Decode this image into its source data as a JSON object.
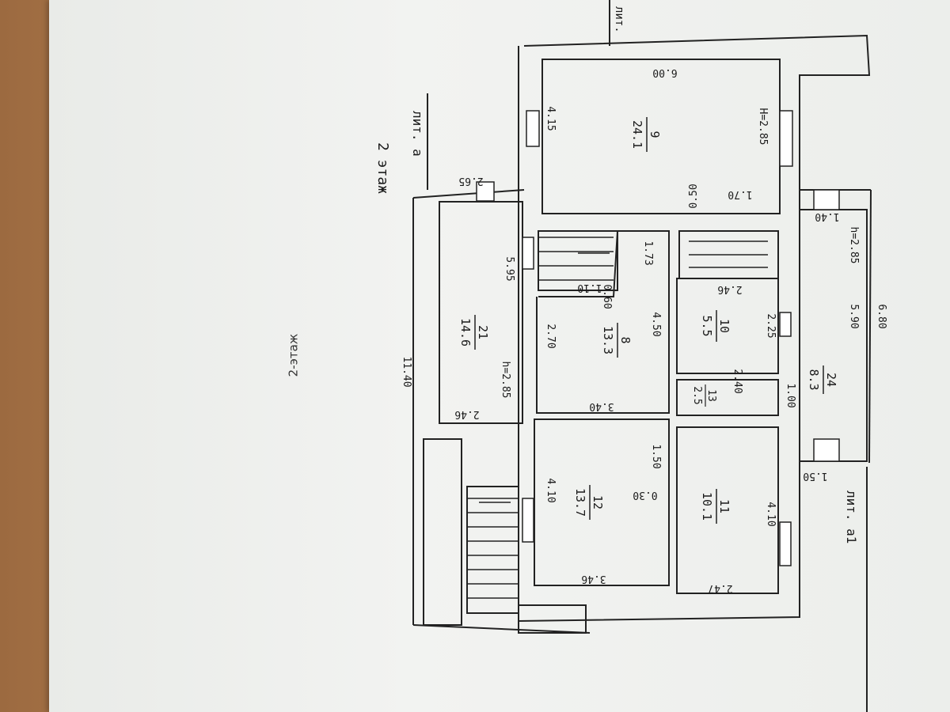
{
  "caption": "2-этаж",
  "floor_heading": "2 этаж",
  "lit_labels": {
    "top": "лит.",
    "a": "лит. а",
    "a1": "лит. а1"
  },
  "rooms": {
    "r9": {
      "number": "9",
      "area": "24.1"
    },
    "r21": {
      "number": "21",
      "area": "14.6"
    },
    "r8": {
      "number": "8",
      "area": "13.3"
    },
    "r10": {
      "number": "10",
      "area": "5.5"
    },
    "r13": {
      "number": "13",
      "area": "2.5"
    },
    "r24": {
      "number": "24",
      "area": "8.3"
    },
    "r12": {
      "number": "12",
      "area": "13.7"
    },
    "r11": {
      "number": "11",
      "area": "10.1"
    }
  },
  "dims": {
    "d_6_00": "6.00",
    "d_4_15": "4.15",
    "d_h285_9": "H=2.85",
    "d_0_50": "0.50",
    "d_1_70": "1.70",
    "d_2_65": "2.65",
    "d_5_95": "5.95",
    "d_11_40": "11.40",
    "d_2_46_a": "2.46",
    "d_h285_21": "h=2.85",
    "d_2_70": "2.70",
    "d_0_60": "0.60",
    "d_1_10": "1.10",
    "d_1_73": "1.73",
    "d_4_50": "4.50",
    "d_3_40": "3.40",
    "d_2_46_b": "2.46",
    "d_2_25": "2.25",
    "d_2_40": "2.40",
    "d_1_00": "1.00",
    "d_5_90": "5.90",
    "d_6_80": "6.80",
    "d_h285_24": "h=2.85",
    "d_1_40": "1.40",
    "d_1_50_a": "1.50",
    "d_1_50_b": "1.50",
    "d_4_10_a": "4.10",
    "d_0_30": "0.30",
    "d_3_46": "3.46",
    "d_4_10_b": "4.10",
    "d_2_47": "2.47"
  }
}
